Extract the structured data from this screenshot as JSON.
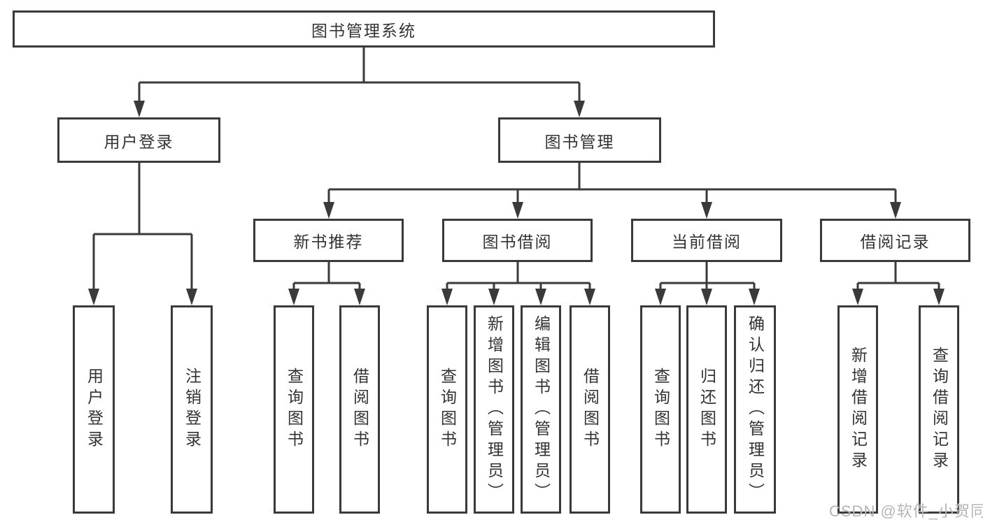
{
  "diagram_title": "图书管理系统",
  "colors": {
    "line": "#3a3a3a",
    "box_border": "#3a3a3a",
    "text": "#333333",
    "background": "#ffffff",
    "watermark": "#b5b5b5"
  },
  "tree": {
    "root": {
      "label": "图书管理系统"
    },
    "branches": [
      {
        "label": "用户登录",
        "children": [
          {
            "label": "用户登录"
          },
          {
            "label": "注销登录"
          }
        ]
      },
      {
        "label": "图书管理",
        "children": [
          {
            "label": "新书推荐",
            "children": [
              {
                "label": "查询图书"
              },
              {
                "label": "借阅图书"
              }
            ]
          },
          {
            "label": "图书借阅",
            "children": [
              {
                "label": "查询图书"
              },
              {
                "label": "新增图书（管理员）"
              },
              {
                "label": "编辑图书（管理员）"
              },
              {
                "label": "借阅图书"
              }
            ]
          },
          {
            "label": "当前借阅",
            "children": [
              {
                "label": "查询图书"
              },
              {
                "label": "归还图书"
              },
              {
                "label": "确认归还（管理员）"
              }
            ]
          },
          {
            "label": "借阅记录",
            "children": [
              {
                "label": "新增借阅记录"
              },
              {
                "label": "查询借阅记录"
              }
            ]
          }
        ]
      }
    ]
  },
  "watermark": {
    "text": "CSDN @软件_小贺同学"
  }
}
